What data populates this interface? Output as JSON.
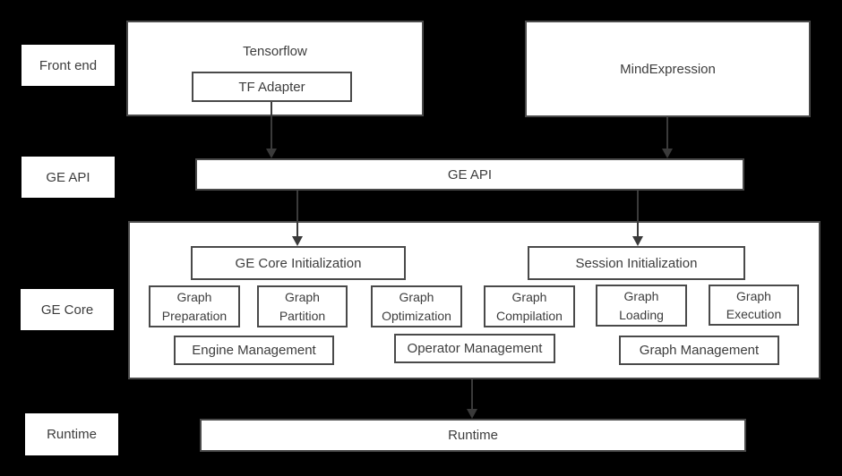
{
  "diagram": {
    "title_semantic": "GE (Graph Engine) architecture diagram",
    "colors": {
      "background": "#000000",
      "box_fill": "#ffffff",
      "border": "#4a4a4a",
      "text": "#3d3d3d",
      "arrow": "#3a3a3a"
    },
    "row_labels": [
      {
        "label": "Front end"
      },
      {
        "label": "GE API"
      },
      {
        "label": "GE Core"
      },
      {
        "label": "Runtime"
      }
    ],
    "front_end": {
      "tensorflow_label": "Tensorflow",
      "tf_adapter_label": "TF Adapter",
      "mind_expression_label": "MindExpression"
    },
    "ge_api": {
      "label": "GE API"
    },
    "ge_core": {
      "init_boxes": [
        {
          "label": "GE Core Initialization"
        },
        {
          "label": "Session Initialization"
        }
      ],
      "function_boxes": [
        {
          "label": "Graph Preparation"
        },
        {
          "label": "Graph Partition"
        },
        {
          "label": "Graph Optimization"
        },
        {
          "label": "Graph Compilation"
        },
        {
          "label": "Graph Loading"
        },
        {
          "label": "Graph Execution"
        }
      ],
      "management_boxes": [
        {
          "label": "Engine Management"
        },
        {
          "label": "Operator Management"
        },
        {
          "label": "Graph Management"
        }
      ]
    },
    "runtime": {
      "label": "Runtime"
    },
    "connections": [
      {
        "from": "TF Adapter",
        "to": "GE API"
      },
      {
        "from": "MindExpression",
        "to": "GE API"
      },
      {
        "from": "GE API",
        "to": "GE Core Initialization"
      },
      {
        "from": "GE API",
        "to": "Session Initialization"
      },
      {
        "from": "GE Core",
        "to": "Runtime"
      }
    ]
  }
}
